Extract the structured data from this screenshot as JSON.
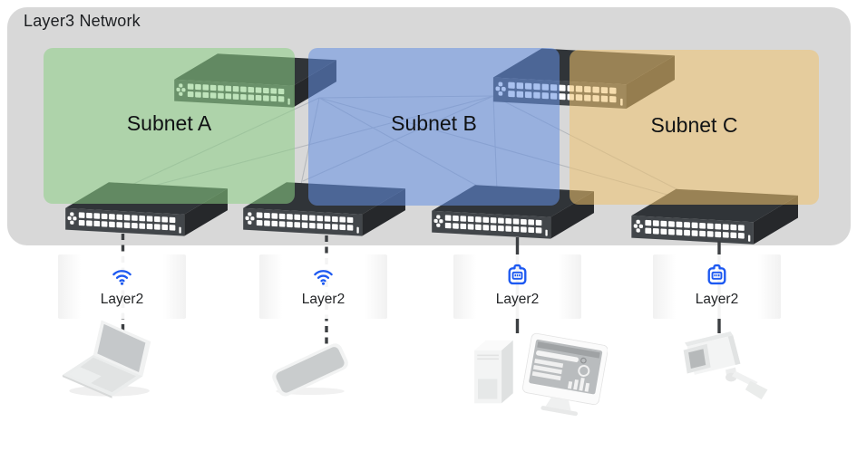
{
  "diagram": {
    "title": "Layer3 Network",
    "subnets": [
      {
        "label": "Subnet A",
        "color": "green"
      },
      {
        "label": "Subnet B",
        "color": "blue"
      },
      {
        "label": "Subnet C",
        "color": "tan"
      }
    ],
    "switches": {
      "core": [
        {
          "name": "core-switch-left"
        },
        {
          "name": "core-switch-right"
        }
      ],
      "access": [
        {
          "name": "access-switch-1"
        },
        {
          "name": "access-switch-2"
        },
        {
          "name": "access-switch-3"
        },
        {
          "name": "access-switch-4"
        }
      ]
    },
    "layer2_nodes": [
      {
        "label": "Layer2",
        "icon": "wifi-icon",
        "link_style": "dashed",
        "device": "laptop"
      },
      {
        "label": "Layer2",
        "icon": "wifi-icon",
        "link_style": "dashed",
        "device": "smartphone"
      },
      {
        "label": "Layer2",
        "icon": "ethernet-icon",
        "link_style": "solid",
        "device": "desktop-computer"
      },
      {
        "label": "Layer2",
        "icon": "ethernet-icon",
        "link_style": "solid",
        "device": "security-camera"
      }
    ],
    "colors": {
      "canvas_bg": "#ffffff",
      "network_bg": "#d8d8d8",
      "subnet_a_fill": "rgba(140,208,133,0.55)",
      "subnet_b_fill": "rgba(101,143,227,0.55)",
      "subnet_c_fill": "rgba(241,194,110,0.55)",
      "icon_blue": "#1d59f1",
      "mesh_line": "#b5b8bc",
      "drop_line": "#3c3f42",
      "text_dark": "#1c1e21"
    }
  }
}
